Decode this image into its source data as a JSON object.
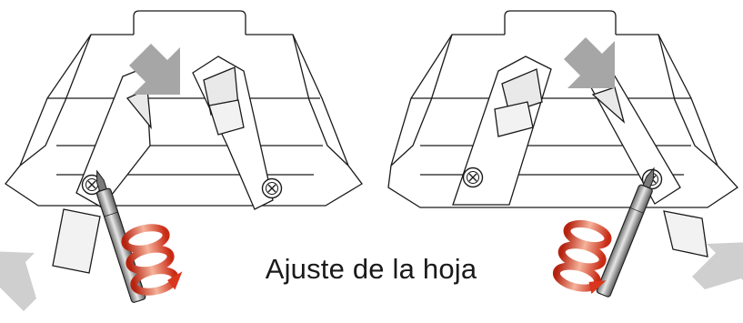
{
  "caption": "Ajuste de la hoja",
  "colors": {
    "outline": "#1a1a1a",
    "arrow_gray": "#a6a6a6",
    "arrow_gray_light": "#cfcfcf",
    "rotation_red": "#d9361d",
    "rotation_red_light": "#f4b49f",
    "screwdriver_dark": "#595959",
    "screwdriver_light": "#d9d9d9",
    "background": "#ffffff"
  },
  "figures": [
    {
      "name": "left-assembly",
      "icons": [
        "press-down-arrow-icon",
        "blade-pull-out-arrow-icon",
        "screw-icon",
        "screwdriver-icon",
        "rotation-arrows-icon"
      ]
    },
    {
      "name": "right-assembly",
      "icons": [
        "press-down-arrow-icon",
        "blade-pull-out-arrow-icon",
        "screw-icon",
        "screwdriver-icon",
        "rotation-arrows-icon"
      ]
    }
  ]
}
